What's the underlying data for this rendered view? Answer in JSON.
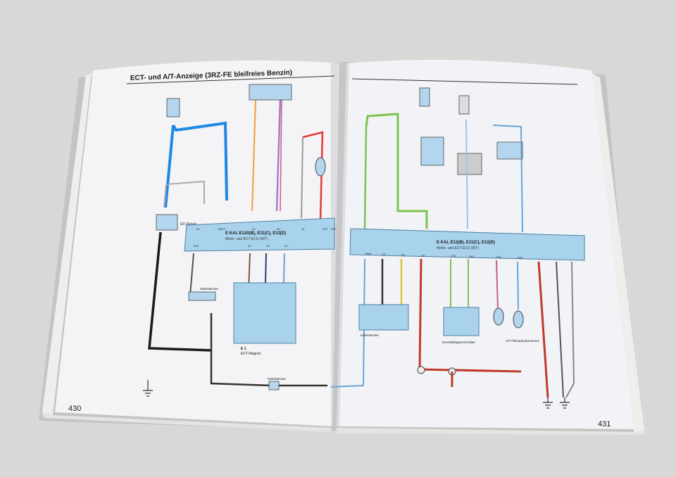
{
  "left_page": {
    "title": "ECT- und A/T-Anzeige (3RZ-FE bleifreies Benzin)",
    "page_number": "430",
    "ecu_label": "E KAL E120(B), E11(C), E12(D)",
    "ecu_sublabel": "Motor- und ECT-ECU (A/T)",
    "relay_label": "EFI-Relais",
    "connector_top_label": "Kabelstecker",
    "magnet_label": "E 1",
    "magnet_sublabel": "ECT-Magnet",
    "connector_bottom_label": "Kabelstecker",
    "ecu_pins_top": [
      "+B",
      "BATT",
      "S1",
      "S2",
      "SL",
      "SP1",
      "SP2"
    ],
    "ecu_pins_bottom": [
      "E01",
      "S1",
      "S2",
      "SL"
    ]
  },
  "right_page": {
    "page_number": "431",
    "ecu_label": "E KAL E12(B), E11(C), E12(D)",
    "ecu_sublabel": "Motor- und ECT-ECU (A/T)",
    "connector_label": "Kabelstecker",
    "sensor_label_1": "Drosselklappenschalter",
    "sensor_label_2": "A/T-Öltemperatursensor",
    "bottom_pins": [
      "THW",
      "E1",
      "E2",
      "IDL",
      "VTA",
      "THO",
      "E01",
      "E02"
    ]
  }
}
